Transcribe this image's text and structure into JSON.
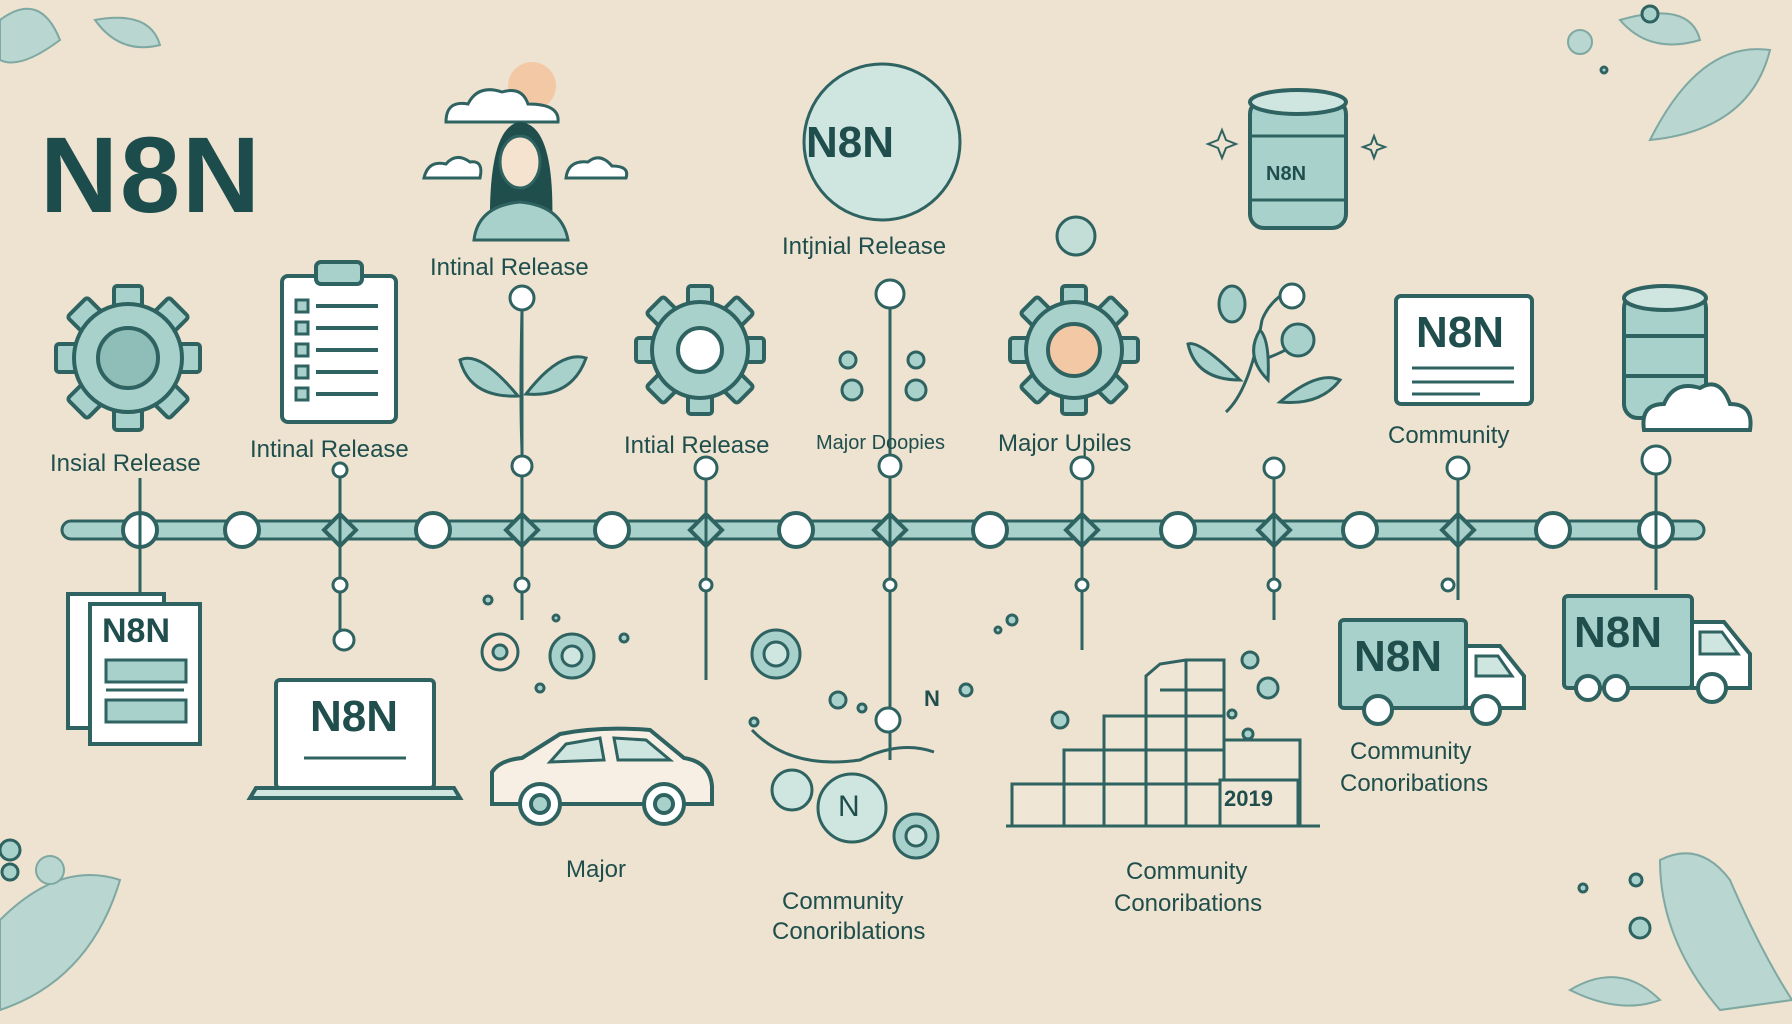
{
  "title": "N8N",
  "colors": {
    "background": "#ede3d0",
    "teal_dark": "#1f4e4d",
    "teal_light": "#a9d1cc",
    "peach": "#f3c9a5"
  },
  "top_labels": [
    "Insial Release",
    "Intinal Release",
    "Intinal Release",
    "Intial Release",
    "Major Doopies",
    "Major Upiles",
    "Community"
  ],
  "top_header_label": "Intjnial Release",
  "badges": {
    "circle_logo": "N8N",
    "barrel": "N8N",
    "monitor": "N8N",
    "document": "N8N",
    "laptop": "N8N",
    "truck_1": "N8N",
    "truck_2": "N8N",
    "coin": "N",
    "small_n": "N",
    "chart_year": "2019"
  },
  "bottom_labels": {
    "car": "Major",
    "community_1": [
      "Community",
      "Conoriblations"
    ],
    "community_2": [
      "Community",
      "Conoribations"
    ],
    "community_3": [
      "Community",
      "Conoribations"
    ]
  },
  "icons": [
    "gear-icon",
    "clipboard-icon",
    "woman-avatar-icon",
    "cloud-icon",
    "sprout-icon",
    "gear-icon",
    "n8n-logo-circle",
    "gear-icon",
    "barrel-icon",
    "plant-icon",
    "monitor-icon",
    "database-cloud-icon",
    "document-icon",
    "laptop-icon",
    "car-icon",
    "coin-icon",
    "bar-chart-icon",
    "truck-icon",
    "leaf-icon"
  ]
}
